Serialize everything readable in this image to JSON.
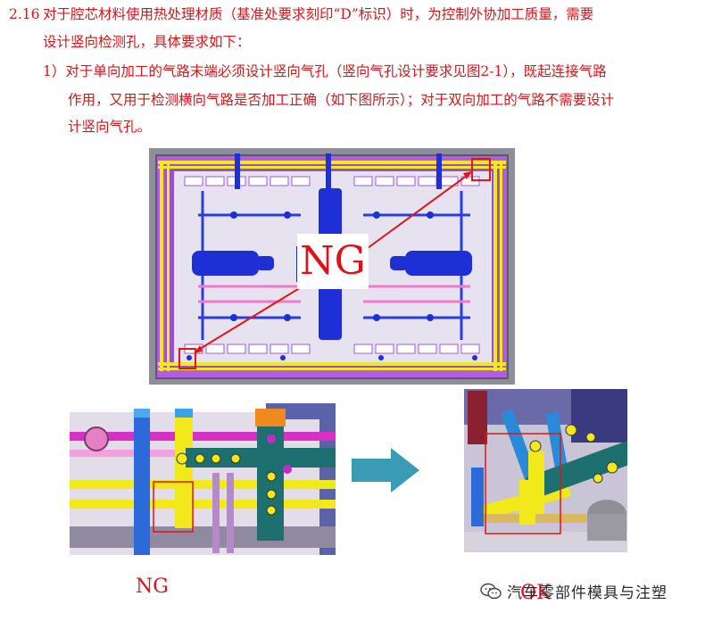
{
  "section": {
    "number": "2.16",
    "lines": [
      "对于腔芯材料使用热处理材质（基准处要求刻印“D”标识）时，为控制外协加工质量，需要",
      "设计竖向检测孔，具体要求如下：",
      "1）对于单向加工的气路末端必须设计竖向气孔（竖向气孔设计要求见图2-1），既起连接气路",
      "作用，又用于检测横向气路是否加工正确（如下图所示）；对于双向加工的气路不需要设计",
      "计竖向气孔。"
    ]
  },
  "figures": {
    "top_label": "NG",
    "bottom_left_label": "NG",
    "bottom_right_label": "OK"
  },
  "watermark": {
    "text": "汽车零部件模具与注塑",
    "icon": "wechat-icon"
  },
  "colors": {
    "text": "#d4161b",
    "label": "#e0101a",
    "arrow": "#3b9ab5",
    "mold_blue": "#1f2fd6",
    "mold_yellow": "#f2e91a",
    "mold_purple": "#b04fe0",
    "mold_pink": "#f07ac8"
  }
}
